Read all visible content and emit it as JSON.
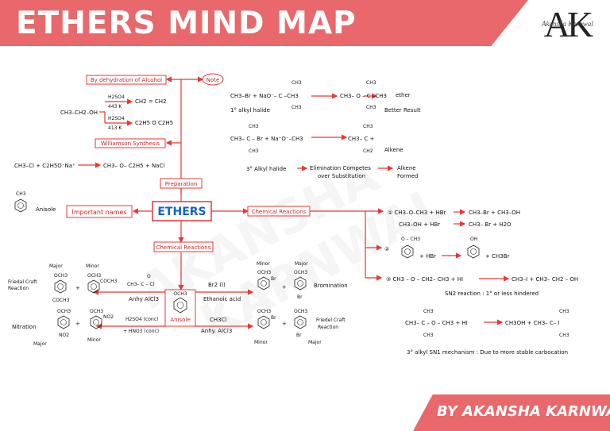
{
  "banner": {
    "title": "ETHERS MIND MAP"
  },
  "logo": {
    "letters": "AK",
    "signature": "Akansha Karnwal"
  },
  "footer": {
    "credit": "BY AKANSHA KARNWAL"
  },
  "watermark": {
    "line1": "AKANSHA",
    "line2": "KARNWAL"
  },
  "center": {
    "label": "ETHERS"
  },
  "boxes": {
    "dehydration": "By dehydration of Alcohol",
    "note": "Note",
    "williamson": "Williamson Synthesis",
    "preparation": "Preparation",
    "important": "Important names",
    "chem_right": "Chemical Reactions",
    "chem_down": "Chemical Reactions",
    "anisole": "Anisole"
  },
  "preparation": {
    "reactant": "CH3–CH2–OH",
    "c1_top": "H2SO4",
    "c1_bottom": "443 K",
    "p1": "CH2 = CH2",
    "c2_top": "H2SO4",
    "c2_bottom": "413 K",
    "p2": "C2H5 O C2H5",
    "williamson_eq_left": "CH3–Cl + C2H5O⁻Na⁺",
    "williamson_eq_right": "CH3– O– C2H5 + NaCl"
  },
  "note": {
    "eq1_left": "CH3–Br  +  NaO⁻– C –CH3",
    "eq1_top": "CH3",
    "eq1_bottom": "CH3",
    "eq1_product": "CH3– O – C –CH3",
    "eq1_ptop": "CH3",
    "eq1_pbottom": "CH3",
    "eq1_word": "ether",
    "label1": "1° alkyl halide",
    "result": "Better Result",
    "eq2_left": "CH3– C – Br  +  Na⁺O⁻–CH3",
    "eq2_top": "CH3",
    "eq2_bottom": "CH3",
    "eq2_product": "CH3– C   +",
    "eq2_ptop": "CH3",
    "eq2_pbottom": "CH2",
    "eq2_word": "Alkene",
    "label2": "3° Alkyl halide",
    "elimination_line1": "Elimination Competes",
    "elimination_line2": "over Substitution",
    "alkene_line1": "Alkene",
    "alkene_line2": "Formed"
  },
  "important": {
    "struct_label": "CH3",
    "name": "Anisole"
  },
  "reactions_right": {
    "r1": "① CH3–O–CH3 + HBr",
    "r1_p": "CH3–Br + CH3–OH",
    "r1b": "CH3–OH + HBr",
    "r1b_p": "CH3– Br + H2O",
    "r2_num": "②",
    "r2_sub": "O – CH3",
    "r2_reag": "+ HBr",
    "r2_psub": "OH",
    "r2_p": "+ CH3Br",
    "r3": "③  CH3 – O – CH2– CH3  +  HI",
    "r3_p": "CH3–I + CH3– CH2 – OH",
    "sn2": "SN2 reaction : 1° or less hindered",
    "r4_left": "CH3– C – O – CH3  +  HI",
    "r4_top": "CH3",
    "r4_bottom": "CH3",
    "r4_p": "CH3OH + CH3– C– I",
    "r4_ptop": "CH3",
    "r4_pbottom": "CH3",
    "sn1": "3° alkyl SN1 mechanism : Due to more stable carbocation"
  },
  "reactions_down": {
    "fc_left_major": "Major",
    "fc_left_minor": "Minor",
    "fc_left_p1_top": "OCH3",
    "fc_left_p1_bottom": "COCH3",
    "fc_left_p2_top": "OCH3",
    "fc_left_p2_sub": "COCH3",
    "fc_left_label1": "Friedal Craft",
    "fc_left_label2": "Reaction",
    "acyl_top": "O",
    "acyl_reagent": "CH3– C – Cl",
    "acyl_cond": "Anhy AlCl3",
    "brom_reagent": "Br2 (l)",
    "brom_cond": "Ethanoic acid",
    "brom_minor": "Minor",
    "brom_major": "Major",
    "brom_p1_top": "OCH3",
    "brom_p1_sub": "Br",
    "brom_p2_top": "OCH3",
    "brom_p2_bottom": "Br",
    "brom_label": "Bromination",
    "anisole_top": "OCH3",
    "nitr_reagent": "H2SO4 (conc)",
    "nitr_reagent2": "+ HNO3 (conc)",
    "nitr_label": "Nitration",
    "nitr_major": "Major",
    "nitr_minor": "Minor",
    "nitr_p1_top": "OCH3",
    "nitr_p1_bottom": "NO2",
    "nitr_p2_top": "OCH3",
    "nitr_p2_sub": "NO2",
    "alk_reagent": "CH3Cl",
    "alk_cond": "Anhy. AlCl3",
    "alk_minor": "Minor",
    "alk_major": "Major",
    "alk_p1_top": "OCH3",
    "alk_p1_sub": "Br",
    "alk_p2_top": "OCH3",
    "alk_p2_bottom": "Br",
    "alk_label1": "Friedel Craft",
    "alk_label2": "Reaction"
  },
  "colors": {
    "accent": "#e8686b",
    "arrow": "#e53935",
    "box": "#e53935",
    "center_text": "#1565c0"
  }
}
